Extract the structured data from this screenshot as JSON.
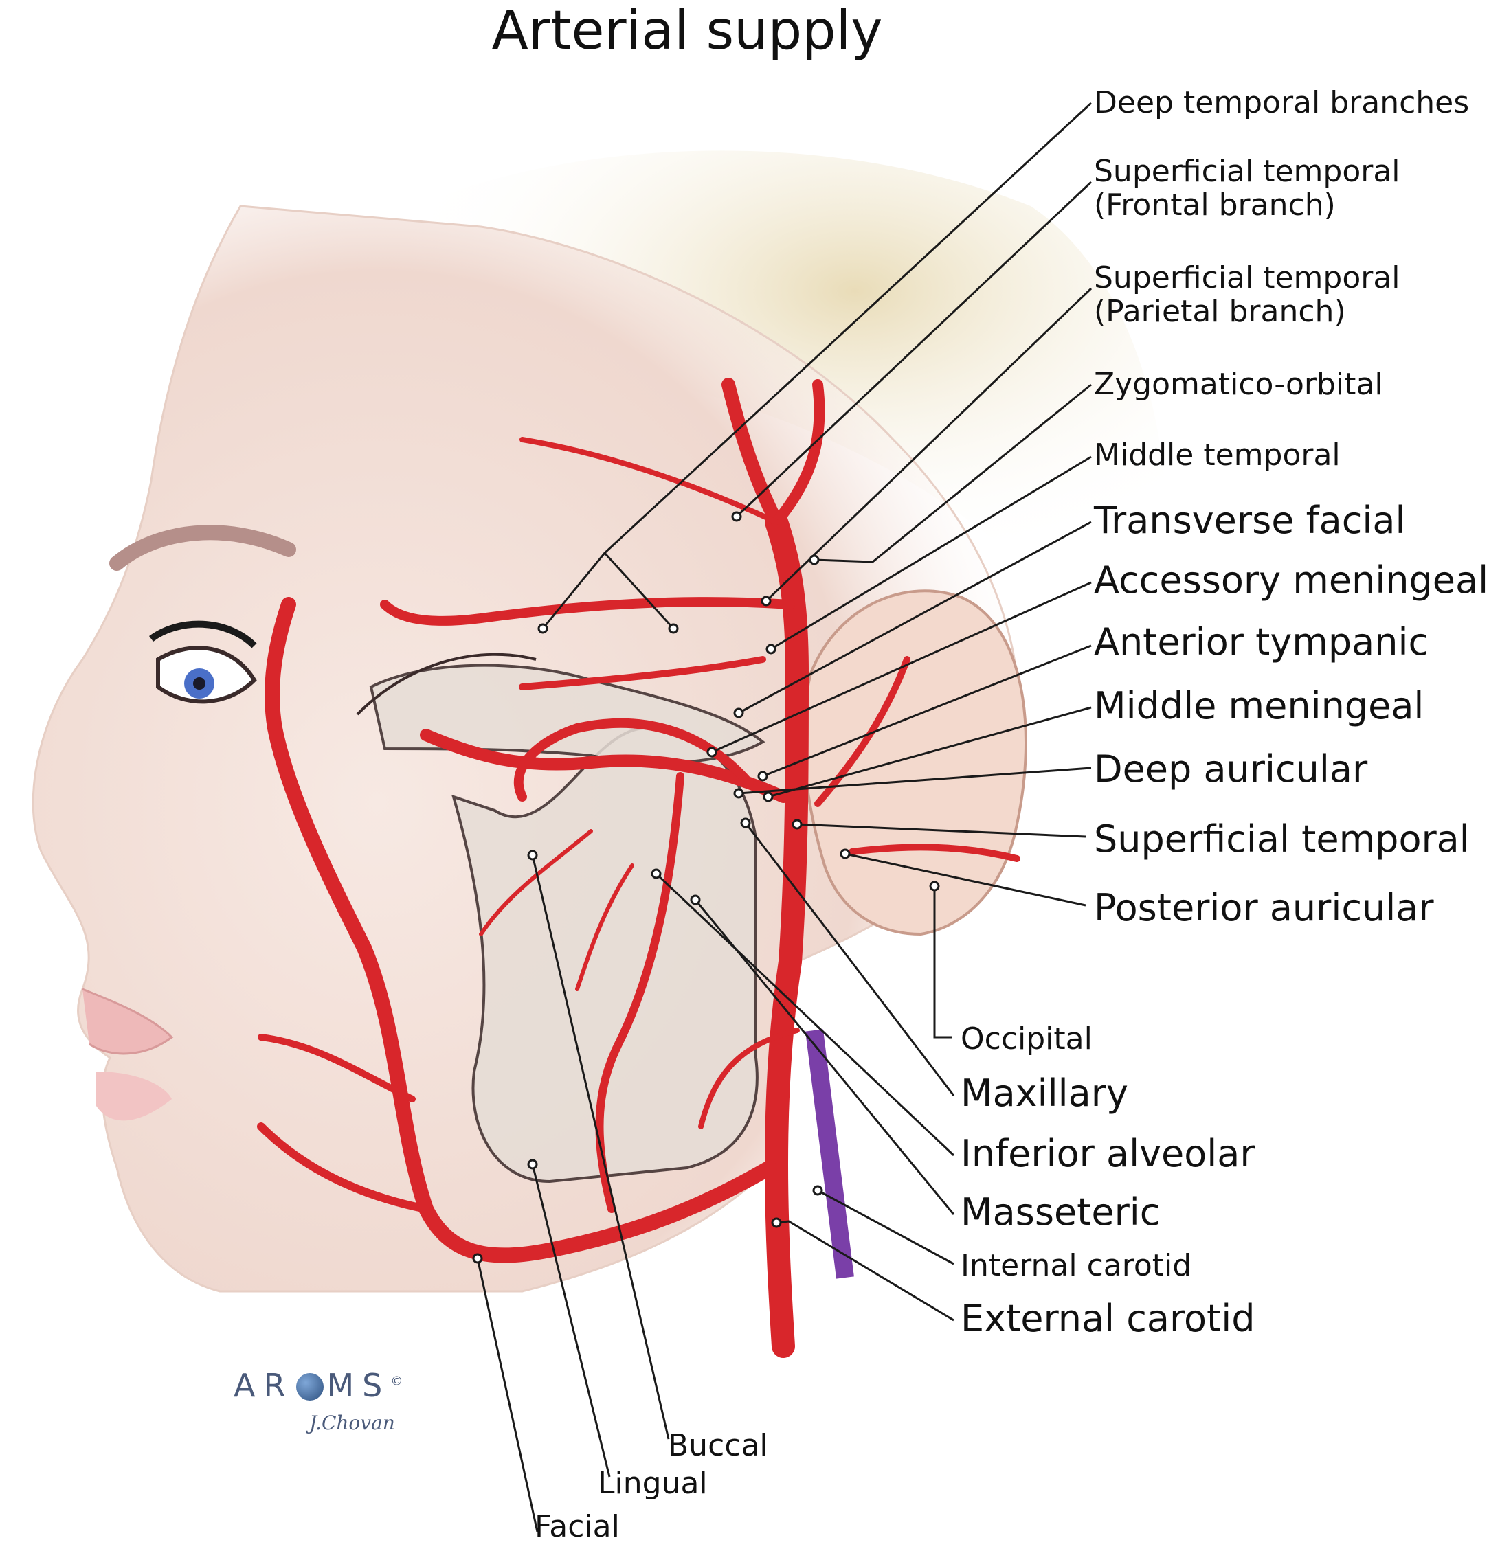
{
  "title": "Arterial supply",
  "labels": {
    "deep_temporal_branches": "Deep temporal branches",
    "superficial_temporal_frontal_1": "Superficial temporal",
    "superficial_temporal_frontal_2": "(Frontal branch)",
    "superficial_temporal_parietal_1": "Superficial temporal",
    "superficial_temporal_parietal_2": "(Parietal branch)",
    "zygomatico_orbital": "Zygomatico-orbital",
    "middle_temporal": "Middle temporal",
    "transverse_facial": "Transverse facial",
    "accessory_meningeal": "Accessory meningeal",
    "anterior_tympanic": "Anterior tympanic",
    "middle_meningeal": "Middle meningeal",
    "deep_auricular": "Deep auricular",
    "superficial_temporal": "Superficial temporal",
    "posterior_auricular": "Posterior auricular",
    "occipital": "Occipital",
    "maxillary": "Maxillary",
    "inferior_alveolar": "Inferior alveolar",
    "masseteric": "Masseteric",
    "internal_carotid": "Internal carotid",
    "external_carotid": "External carotid",
    "buccal": "Buccal",
    "lingual": "Lingual",
    "facial": "Facial"
  },
  "logo": {
    "text_a": "AR",
    "text_b": "MS",
    "mark": "©",
    "signature": "J.Chovan"
  },
  "colors": {
    "artery": "#d8262b",
    "vein": "#7a3fa8",
    "skin": "#f3e0d8",
    "bone": "#e6ddd6",
    "hair": "#efe4c8"
  }
}
